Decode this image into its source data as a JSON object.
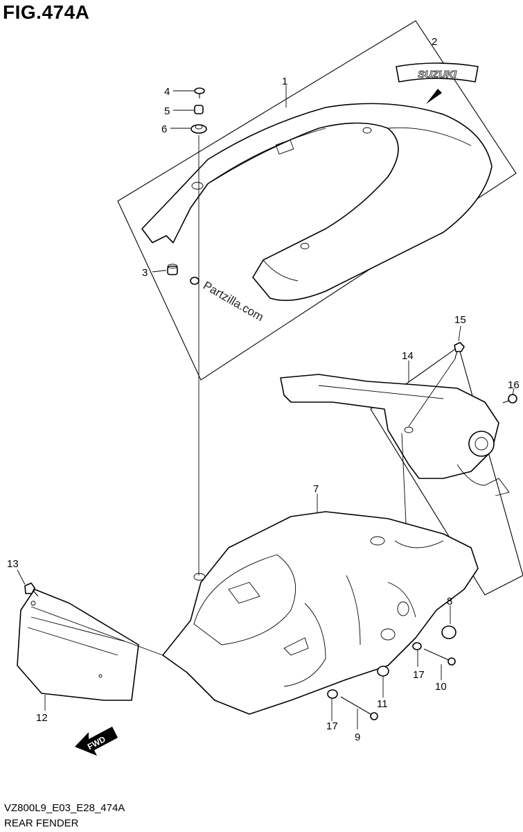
{
  "figure": {
    "title": "FIG.474A",
    "code": "VZ800L9_E03_E28_474A",
    "name": "REAR FENDER"
  },
  "watermark": "Partzilla.com",
  "logo_text": "SUZUKI",
  "fwd_label": "FWD",
  "callouts": {
    "c1": "1",
    "c2": "2",
    "c3": "3",
    "c4": "4",
    "c5": "5",
    "c6": "6",
    "c7": "7",
    "c8": "8",
    "c9": "9",
    "c10": "10",
    "c11": "11",
    "c12": "12",
    "c13": "13",
    "c14": "14",
    "c15": "15",
    "c16": "16",
    "c17a": "17",
    "c17b": "17"
  }
}
